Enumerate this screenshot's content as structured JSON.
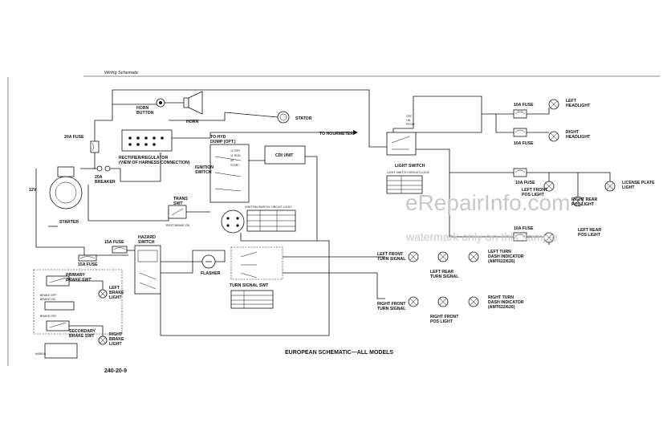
{
  "header": {
    "title": "Wiring Schematic"
  },
  "components": {
    "horn_button": "HORN\nBUTTON",
    "horn": "HORN",
    "stator": "STATOR",
    "fuse_20a": "20A FUSE",
    "breaker_20a": "20A\nBREAKER",
    "to_hyd_dump": "TO HYD\nDUMP (OPT.)",
    "to_hourmeter": "TO HOURMETER",
    "rectifier": "RECTIFIER/REGULATOR\n(VIEW OF HARNESS CONNECTION)",
    "ignition_switch": "IGNITION\nSWITCH",
    "ign_positions": [
      "12 OFF",
      "11 RUN",
      "10",
      "START"
    ],
    "cdi_unit": "CDI UNIT",
    "battery": "12V",
    "starter": "STARTER",
    "trans_swt": "TRANS\nSWT",
    "rest_brake_on": "REST BRAKE ON",
    "ignition_logic_title": "IGNITION SWITCH CIRCUIT LOGIC",
    "fuse_15a_a": "15A FUSE",
    "fuse_15a_b": "15A FUSE",
    "hazard_switch": "HAZARD\nSWITCH",
    "flasher": "FLASHER",
    "turn_signal_swt": "TURN SIGNAL SWT",
    "primary_brake_swt": "PRIMARY\nBRAKE SWT",
    "secondary_brake_swt": "SECONDARY\nBRAKE SWT",
    "left_brake_light": "LEFT\nBRAKE\nLIGHT",
    "right_brake_light": "RIGHT\nBRAKE\nLIGHT",
    "brake_off": "BRAKE OFF",
    "brake_on": "BRAKE ON",
    "light_switch": "LIGHT SWITCH",
    "light_switch_positions": [
      "OFF",
      "ON",
      "POSIT"
    ],
    "light_logic_title": "LIGHT SWITCH CIRCUIT LOGIC",
    "fuse_10a_1": "10A FUSE",
    "fuse_10a_2": "10A FUSE",
    "fuse_10a_3": "10A FUSE",
    "fuse_10a_4": "10A FUSE",
    "left_headlight": "LEFT\nHEADLIGHT",
    "right_headlight": "RIGHT\nHEADLIGHT",
    "license_plate_light": "LICENSE PLATE\nLIGHT",
    "left_front_pos_light": "LEFT FRONT\nPOS LIGHT",
    "right_rear_pos_light": "RIGHT REAR\nPOS LIGHT",
    "left_rear_pos_light": "LEFT REAR\nPOS LIGHT",
    "left_front_turn_signal": "LEFT FRONT\nTURN SIGNAL",
    "left_rear_turn_signal": "LEFT REAR\nTURN SIGNAL",
    "left_turn_dash": "LEFT TURN\nDASH INDICATOR\n(AMT622/626)",
    "right_front_turn_signal": "RIGHT FRONT\nTURN SIGNAL",
    "right_front_pos_light": "RIGHT FRONT\nPOS LIGHT",
    "right_turn_dash": "RIGHT TURN\nDASH INDICATOR\n(AMT622/626)",
    "ref_code": "M49018"
  },
  "footer": {
    "caption": "EUROPEAN SCHEMATIC—ALL MODELS",
    "page_number": "240-20-9"
  },
  "watermark": {
    "brand": "eRepairInfo.com",
    "note": "watermark only on this sample"
  }
}
